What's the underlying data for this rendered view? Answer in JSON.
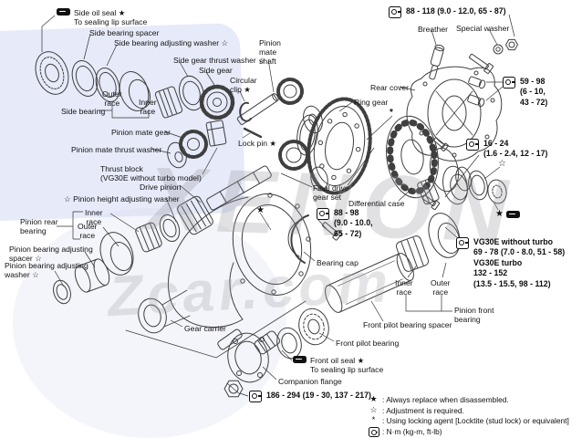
{
  "watermark": {
    "primary": "XENON",
    "secondary": "Zcar.com"
  },
  "labels": {
    "side_oil_seal_block": "Side oil seal ★\nTo sealing lip surface",
    "side_bearing_spacer": "Side bearing spacer",
    "side_bearing_adjusting_washer": "Side bearing adjusting washer ☆",
    "side_gear_thrust_washer": "Side gear thrust washer ☆",
    "side_gear": "Side gear",
    "circular_clip": "Circular\nclip ★",
    "pinion_mate_shaft": "Pinion\nmate\nshaft",
    "lock_pin": "Lock pin ★",
    "side_bearing": "Side bearing",
    "pinion_mate_gear": "Pinion mate gear",
    "pinion_mate_thrust_washer": "Pinion mate thrust washer",
    "thrust_block": "Thrust block\n(VG30E without turbo model)",
    "drive_pinion": "Drive pinion",
    "pinion_height_adjusting_washer": "☆ Pinion height adjusting washer",
    "pinion_rear_bearing": "Pinion rear\nbearing",
    "pinion_bearing_adjusting_spacer": "Pinion bearing adjusting\nspacer ☆",
    "pinion_bearing_adjusting_washer": "Pinion bearing adjusting\nwasher ☆",
    "rear_cover": "Rear cover",
    "ring_gear": "Ring gear",
    "final_drive_gear_set": "Final drive\ngear set",
    "differential_case": "Differential case",
    "bearing_cap": "Bearing cap",
    "gear_carrier": "Gear carrier",
    "companion_flange": "Companion flange",
    "front_oil_seal_block": "Front oil seal ★\nTo sealing lip surface",
    "front_pilot_bearing": "Front pilot bearing",
    "front_pilot_bearing_spacer": "Front pilot bearing spacer",
    "pinion_front_bearing": "Pinion front\nbearing",
    "breather": "Breather",
    "special_washer": "Special washer"
  },
  "races": {
    "outer": "Outer\nrace",
    "inner": "Inner\nrace"
  },
  "symbols": {
    "star": "★",
    "open_star": "☆",
    "asterisk": "*"
  },
  "torques": {
    "t88_118": "88 - 118 (9.0 - 12.0, 65 - 87)",
    "t59_98": "59 - 98\n(6 - 10,\n43 - 72)",
    "t16_24": "16 - 24\n(1.6 - 2.4, 12 - 17)",
    "t88_98": "88 - 98\n(9.0 - 10.0,\n65 - 72)",
    "tvg30e": "VG30E without turbo\n69 - 78 (7.0 - 8.0, 51 - 58)\nVG30E turbo\n132 - 152\n(13.5 - 15.5, 98 - 112)",
    "t186_294": "186 - 294 (19 - 30, 137 - 217)"
  },
  "legend": {
    "rows": [
      {
        "sym": "★",
        "text": ":  Always replace when disassembled."
      },
      {
        "sym": "☆",
        "text": ": Adjustment is required."
      },
      {
        "sym": "*",
        "text": ": Using locking agent [Locktite (stud lock) or equivalent]"
      },
      {
        "sym": "",
        "text": ": N·m (kg-m, ft-lb)"
      }
    ]
  }
}
